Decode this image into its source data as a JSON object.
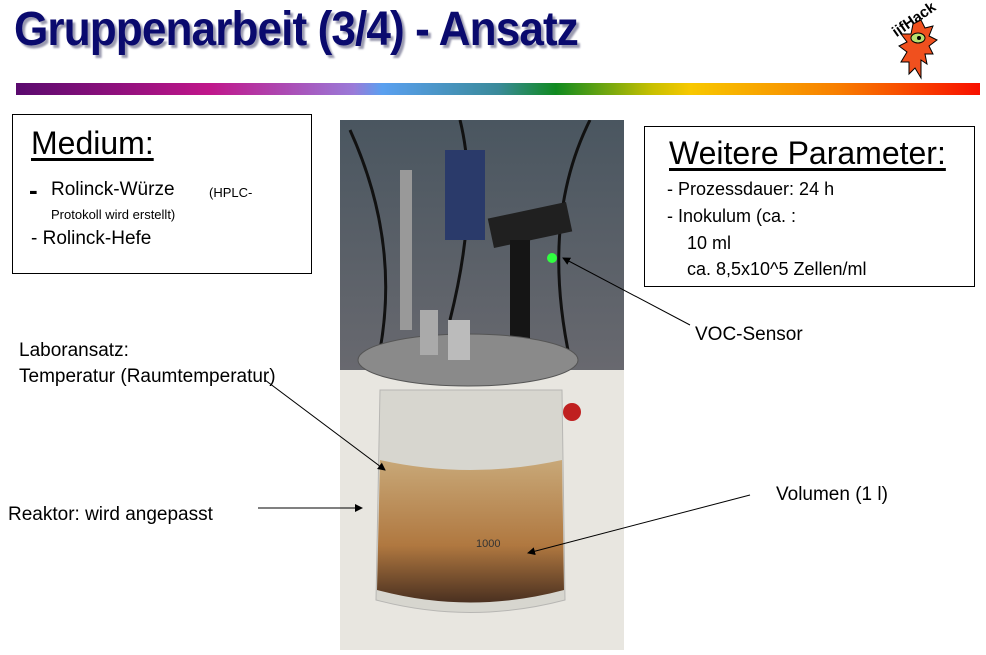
{
  "title": "Gruppenarbeit (3/4) - Ansatz",
  "logo_text": "iifHack",
  "medium": {
    "heading": "Medium:",
    "item1": "Rolinck-Würze",
    "item1_note": "(HPLC-",
    "item1_note2": "Protokoll wird erstellt)",
    "item2": "- Rolinck-Hefe",
    "dash": "-"
  },
  "parameters": {
    "heading": "Weitere Parameter:",
    "lines": [
      "- Prozessdauer: 24 h",
      "- Inokulum (ca. :",
      "10 ml",
      "ca. 8,5x10^5 Zellen/ml"
    ]
  },
  "labels": {
    "voc": "VOC-Sensor",
    "labor1": "Laboransatz:",
    "labor2": "Temperatur (Raumtemperatur)",
    "reaktor": "Reaktor: wird angepasst",
    "volumen": "Volumen (1 l)"
  },
  "photo": {
    "scale_mark": "1000"
  }
}
